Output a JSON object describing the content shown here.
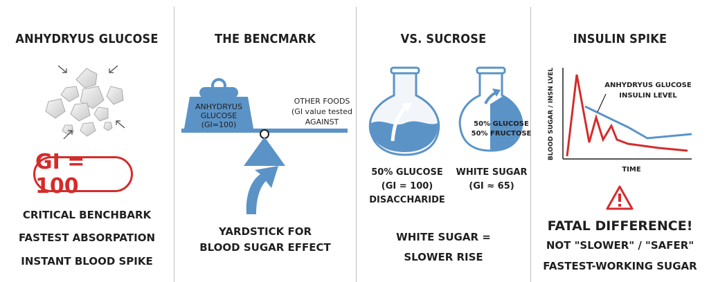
{
  "panels": {
    "p1": {
      "title": "ANHYDRYUS GLUCOSE",
      "gi_label": "GI = 100",
      "bullets": [
        "CRITICAL BENCHBARK",
        "FASTEST ABSORPATION",
        "INSTANT BLOOD SPIKE"
      ]
    },
    "p2": {
      "title": "THE BENCMARK",
      "weight_line1": "ANHYDRYUS",
      "weight_line2": "GLUCOSE",
      "weight_line3": "(GI=100)",
      "other_line1": "OTHER FOODS",
      "other_line2": "(GI value tested",
      "other_line3": "AGAINST",
      "caption_line1": "YARDSTICK FOR",
      "caption_line2": "BLOOD SUGAR EFFECT"
    },
    "p3": {
      "title": "VS. SUCROSE",
      "left_line1": "50% GLUCOSE",
      "left_line2": "(GI = 100)",
      "left_line3": "DISACCHARIDE",
      "right_line1": "WHITE SUGAR",
      "right_line2": "(GI ≈ 65)",
      "flask_line1": "50% GLUCOSE",
      "flask_line2": "50% FRUCTOSE",
      "caption_line1": "WHITE SUGAR =",
      "caption_line2": "SLOWER RISE"
    },
    "p4": {
      "title": "INSULIN SPIKE",
      "y_axis_label": "BLOOD SUGAR / INSN LVEL",
      "x_axis_label": "TIME",
      "annotation_line1": "ANHYDRYUS GLUCOSE",
      "annotation_line2": "INSULIN LEVEL",
      "warning": "FATAL DIFFERENCE!",
      "line1": "NOT \"SLOWER\" / \"SAFER\"",
      "line2": "FASTEST-WORKING SUGAR"
    }
  },
  "colors": {
    "red": "#d52b2b",
    "blue": "#5b93c7",
    "dark": "#1f1f1f"
  }
}
